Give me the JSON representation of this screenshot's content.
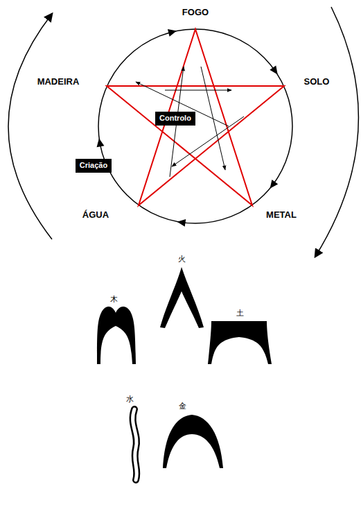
{
  "diagram": {
    "nodes": [
      {
        "text": [
          "Controlo"
        ]
      },
      {
        "text": [
          "Criação"
        ]
      }
    ],
    "labels": [
      "FOGO",
      "MADEIRA",
      "SOLO",
      "ÁGUA",
      "METAL",
      "火",
      "木",
      "土",
      "水",
      "金"
    ]
  }
}
